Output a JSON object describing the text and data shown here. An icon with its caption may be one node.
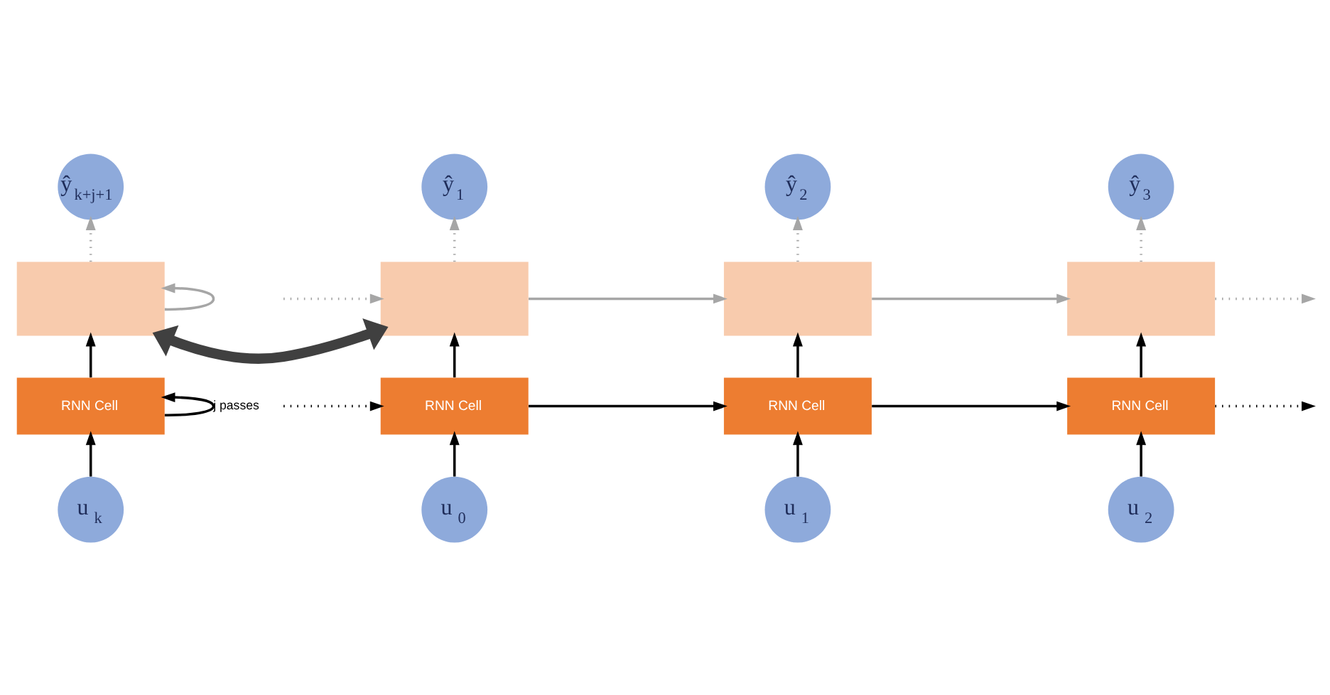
{
  "diagram": {
    "nodes": [
      {
        "text": [
          "ŷ$_{k+j+1}$"
        ]
      },
      {
        "text": [],
        "shape": "box"
      },
      {
        "text": [
          "RNN Cell"
        ]
      },
      {
        "text": [
          "u$_{k}$"
        ]
      },
      {
        "text": [
          "ŷ$_{1}$"
        ]
      },
      {
        "text": [
          "ŷ$_{2}$"
        ]
      },
      {
        "text": [
          "ŷ$_{3}$"
        ]
      },
      {
        "text": [],
        "shape": "box"
      },
      {
        "text": [],
        "shape": "box"
      },
      {
        "text": [],
        "shape": "box"
      },
      {
        "text": [
          "RNN Cell"
        ]
      },
      {
        "text": [
          "RNN Cell"
        ]
      },
      {
        "text": [
          "RNN Cell"
        ]
      },
      {
        "text": [
          "u$_{0}$"
        ]
      },
      {
        "text": [
          "u$_{1}$"
        ]
      },
      {
        "text": [
          "u$_{2}$"
        ]
      }
    ],
    "edges": [
      {
        "from": 3,
        "to": 2,
        "arrow": "to"
      },
      {
        "from": 2,
        "to": 2,
        "arrow": "to",
        "label": "j passes"
      },
      {
        "from": 2,
        "to": 1,
        "arrow": "to"
      },
      {
        "from": 1,
        "to": 1,
        "arrow": "to",
        "color": "#a6a6a6"
      },
      {
        "from": 1,
        "to": 0,
        "arrow": "to",
        "style": "dashed",
        "color": "#a6a6a6"
      },
      {
        "from": 1,
        "to": 7,
        "arrow": "both",
        "style": "thick",
        "color": "#404040"
      },
      {
        "from": null,
        "to": 7,
        "arrow": "to",
        "style": "dashed",
        "color": "#a6a6a6"
      },
      {
        "from": 7,
        "to": 8,
        "arrow": "to",
        "color": "#a6a6a6"
      },
      {
        "from": 8,
        "to": 9,
        "arrow": "to",
        "color": "#a6a6a6"
      },
      {
        "from": 9,
        "to": null,
        "arrow": "to",
        "style": "dashed",
        "color": "#a6a6a6"
      },
      {
        "from": 7,
        "to": 4,
        "arrow": "to",
        "style": "dashed",
        "color": "#a6a6a6"
      },
      {
        "from": 8,
        "to": 5,
        "arrow": "to",
        "style": "dashed",
        "color": "#a6a6a6"
      },
      {
        "from": 9,
        "to": 6,
        "arrow": "to",
        "style": "dashed",
        "color": "#a6a6a6"
      },
      {
        "from": null,
        "to": 10,
        "arrow": "to",
        "style": "dashed"
      },
      {
        "from": 10,
        "to": 11,
        "arrow": "to"
      },
      {
        "from": 11,
        "to": 12,
        "arrow": "to"
      },
      {
        "from": 12,
        "to": null,
        "arrow": "to",
        "style": "dashed"
      },
      {
        "from": 10,
        "to": 7,
        "arrow": "to"
      },
      {
        "from": 11,
        "to": 8,
        "arrow": "to"
      },
      {
        "from": 12,
        "to": 9,
        "arrow": "to"
      },
      {
        "from": 13,
        "to": 10,
        "arrow": "to"
      },
      {
        "from": 14,
        "to": 11,
        "arrow": "to"
      },
      {
        "from": 15,
        "to": 12,
        "arrow": "to"
      }
    ]
  }
}
